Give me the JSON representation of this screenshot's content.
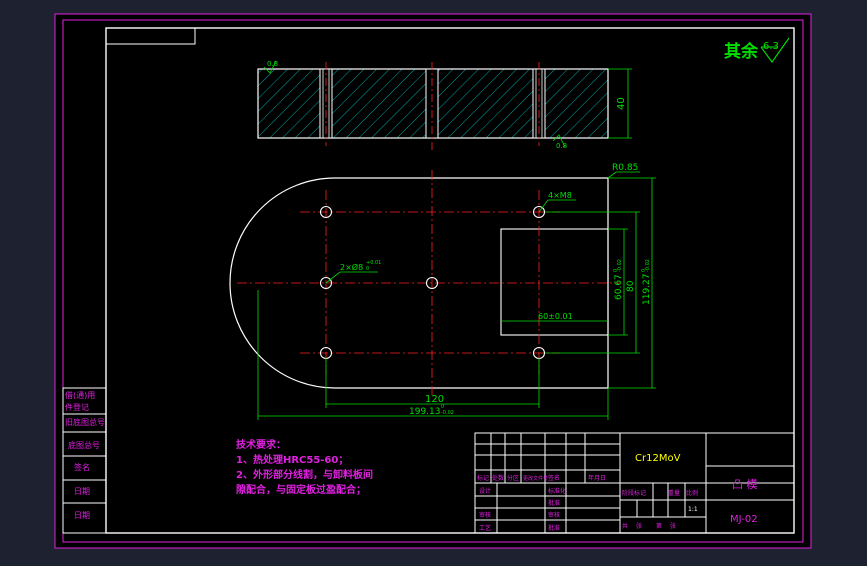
{
  "drawing": {
    "surface_finish_label": "其余",
    "surface_finish_value": "6.3",
    "material": "Cr12MoV",
    "part_name": "凸 模",
    "drawing_number": "MJ-02"
  },
  "dimensions": {
    "section_left_label": "0.8",
    "section_right_label": "0.8",
    "thickness": "40",
    "corner_radius": "R0.85",
    "thread_holes": "4×M8",
    "pin_holes": "2×Ø8",
    "pin_holes_tol": "+0.01",
    "pin_holes_tol_low": "0",
    "cutout_width": "60±0.01",
    "center_distance_x": "120",
    "overall_length": "199.13",
    "overall_length_tol_up": "0",
    "overall_length_tol_low": "-0.02",
    "hole_distance_y": "80",
    "cutout_height": "60.67",
    "cutout_height_tol_up": "0",
    "cutout_height_tol_low": "-0.02",
    "overall_height": "119.27",
    "overall_height_tol_up": "0",
    "overall_height_tol_low": "-0.02"
  },
  "tech_notes": {
    "heading": "技术要求：",
    "lines": [
      "1、热处理HRC55-60；",
      "2、外形部分线割，与卸料板间",
      "隙配合，与固定板过盈配合；"
    ]
  },
  "left_strip": {
    "labels": [
      "借(通)用",
      "件登记",
      "旧底图总号",
      "底图总号",
      "签名",
      "日期",
      "日期"
    ]
  },
  "title_block": {
    "headers": [
      "标记",
      "处数",
      "分区",
      "更改文件号",
      "签名",
      "年月日"
    ],
    "roles": [
      "设计",
      "审核",
      "工艺"
    ],
    "roles2": [
      "标准化",
      "批准",
      "审核",
      "批准"
    ],
    "stage_headers": [
      "阶段标记",
      "重量",
      "比例"
    ],
    "scale": "1:1",
    "sheet": [
      "共",
      "张",
      "第",
      "张"
    ]
  },
  "colors": {
    "frame": "#e020e0",
    "outline": "#ffffff",
    "centerline": "#ff2020",
    "dimension": "#00e000",
    "hatch": "#00b8b8",
    "accent": "#ffff00"
  }
}
